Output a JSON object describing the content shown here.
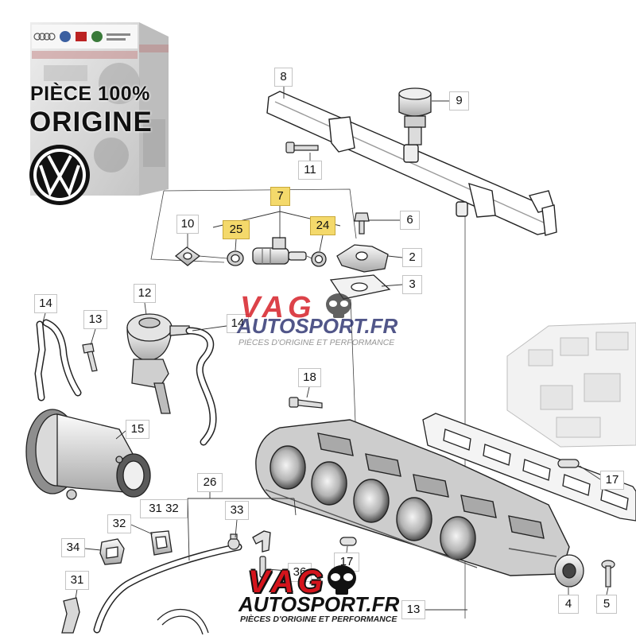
{
  "badge": {
    "line1": "PIÈCE 100%",
    "line2": "ORIGINE"
  },
  "watermark": {
    "brand": "VAG",
    "site": "AUTOSPORT.FR",
    "tagline": "PIÈCES D'ORIGINE ET PERFORMANCE"
  },
  "icons": {
    "brand_logo": "vw-logo",
    "watermark_emblem": "skull-icon",
    "package": "parts-box"
  },
  "colors": {
    "highlight": "#f4d96b",
    "watermark_red": "#d4141c",
    "watermark_navy": "#262d6c",
    "line": "#222222"
  },
  "callouts": [
    {
      "label": "8",
      "highlighted": false
    },
    {
      "label": "9",
      "highlighted": false
    },
    {
      "label": "11",
      "highlighted": false
    },
    {
      "label": "7",
      "highlighted": true
    },
    {
      "label": "10",
      "highlighted": false
    },
    {
      "label": "25",
      "highlighted": true
    },
    {
      "label": "24",
      "highlighted": true
    },
    {
      "label": "6",
      "highlighted": false
    },
    {
      "label": "2",
      "highlighted": false
    },
    {
      "label": "3",
      "highlighted": false
    },
    {
      "label": "12",
      "highlighted": false
    },
    {
      "label": "14",
      "highlighted": false
    },
    {
      "label": "13",
      "highlighted": false
    },
    {
      "label": "14",
      "highlighted": false
    },
    {
      "label": "18",
      "highlighted": false
    },
    {
      "label": "15",
      "highlighted": false
    },
    {
      "label": "26",
      "highlighted": false
    },
    {
      "label": "31 32",
      "highlighted": false
    },
    {
      "label": "32",
      "highlighted": false
    },
    {
      "label": "33",
      "highlighted": false
    },
    {
      "label": "34",
      "highlighted": false
    },
    {
      "label": "17",
      "highlighted": false
    },
    {
      "label": "17",
      "highlighted": false
    },
    {
      "label": "36",
      "highlighted": false
    },
    {
      "label": "31",
      "highlighted": false
    },
    {
      "label": "4",
      "highlighted": false
    },
    {
      "label": "5",
      "highlighted": false
    },
    {
      "label": "13",
      "highlighted": false
    }
  ]
}
